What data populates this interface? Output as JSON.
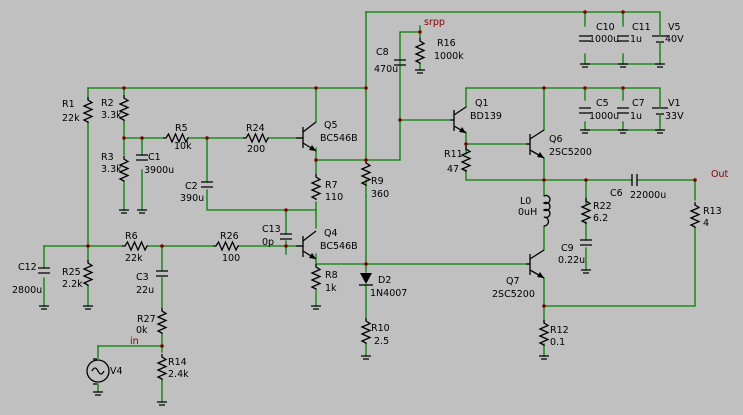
{
  "nets": {
    "srpp": "srpp",
    "in": "in",
    "out": "Out"
  },
  "components": {
    "R1": {
      "name": "R1",
      "value": "22k"
    },
    "R2": {
      "name": "R2",
      "value": "3.3k"
    },
    "R3": {
      "name": "R3",
      "value": "3.3k"
    },
    "C1": {
      "name": "C1",
      "value": "3900u"
    },
    "R5": {
      "name": "R5",
      "value": "10k"
    },
    "R24": {
      "name": "R24",
      "value": "200"
    },
    "Q5": {
      "name": "Q5",
      "value": "BC546B"
    },
    "C2": {
      "name": "C2",
      "value": "390u"
    },
    "R7": {
      "name": "R7",
      "value": "110"
    },
    "C13": {
      "name": "C13",
      "value": "0p"
    },
    "Q4": {
      "name": "Q4",
      "value": "BC546B"
    },
    "R8": {
      "name": "R8",
      "value": "1k"
    },
    "R6": {
      "name": "R6",
      "value": "22k"
    },
    "R26": {
      "name": "R26",
      "value": "100"
    },
    "C12": {
      "name": "C12",
      "value": "2800u"
    },
    "R25": {
      "name": "R25",
      "value": "2.2k"
    },
    "C3": {
      "name": "C3",
      "value": "22u"
    },
    "R27": {
      "name": "R27",
      "value": "0k"
    },
    "R14": {
      "name": "R14",
      "value": "2.4k"
    },
    "V4": {
      "name": "V4",
      "value": ""
    },
    "C8": {
      "name": "C8",
      "value": "470u"
    },
    "R16": {
      "name": "R16",
      "value": "1000k"
    },
    "R9": {
      "name": "R9",
      "value": "360"
    },
    "D2": {
      "name": "D2",
      "value": "1N4007"
    },
    "R10": {
      "name": "R10",
      "value": "2.5"
    },
    "C10": {
      "name": "C10",
      "value": "1000u"
    },
    "C11": {
      "name": "C11",
      "value": "1u"
    },
    "V5": {
      "name": "V5",
      "value": "40V"
    },
    "Q1": {
      "name": "Q1",
      "value": "BD139"
    },
    "C5": {
      "name": "C5",
      "value": "1000u"
    },
    "C7": {
      "name": "C7",
      "value": "1u"
    },
    "V1": {
      "name": "V1",
      "value": "33V"
    },
    "R11": {
      "name": "R11",
      "value": "47"
    },
    "Q6": {
      "name": "Q6",
      "value": "2SC5200"
    },
    "L0": {
      "name": "L0",
      "value": "0uH"
    },
    "R22": {
      "name": "R22",
      "value": "6.2"
    },
    "C6": {
      "name": "C6",
      "value": "22000u"
    },
    "R13": {
      "name": "R13",
      "value": "4"
    },
    "C9": {
      "name": "C9",
      "value": "0.22u"
    },
    "Q7": {
      "name": "Q7",
      "value": "2SC5200"
    },
    "R12": {
      "name": "R12",
      "value": "0.1"
    }
  },
  "colors": {
    "background": "#c0c0c0",
    "wire": "#008000",
    "component": "#000000",
    "junction": "#800000",
    "net_label": "#800000"
  }
}
